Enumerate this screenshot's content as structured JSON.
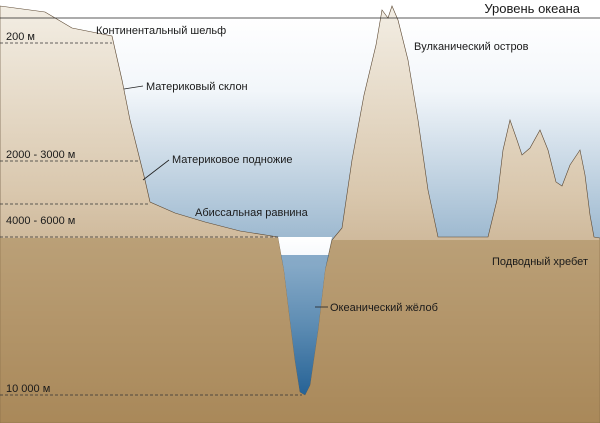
{
  "sea_level": {
    "label": "Уровень океана"
  },
  "depths": [
    {
      "label": "200 м"
    },
    {
      "label": "2000 - 3000 м"
    },
    {
      "label": "4000 - 6000 м"
    },
    {
      "label": "10 000 м"
    }
  ],
  "features": {
    "continental_shelf": "Континентальный шельф",
    "continental_slope": "Материковый склон",
    "continental_rise": "Материковое подножие",
    "abyssal_plain": "Абиссальная равнина",
    "oceanic_trench": "Океанический жёлоб",
    "volcanic_island": "Вулканический остров",
    "underwater_ridge": "Подводный хребет"
  },
  "colors": {
    "water_top": "#ffffff",
    "water_bottom": "#1f5a8e",
    "land_light": "#f1ebe0",
    "land_dark": "#a9865a",
    "seafloor": "#a98a5a"
  }
}
